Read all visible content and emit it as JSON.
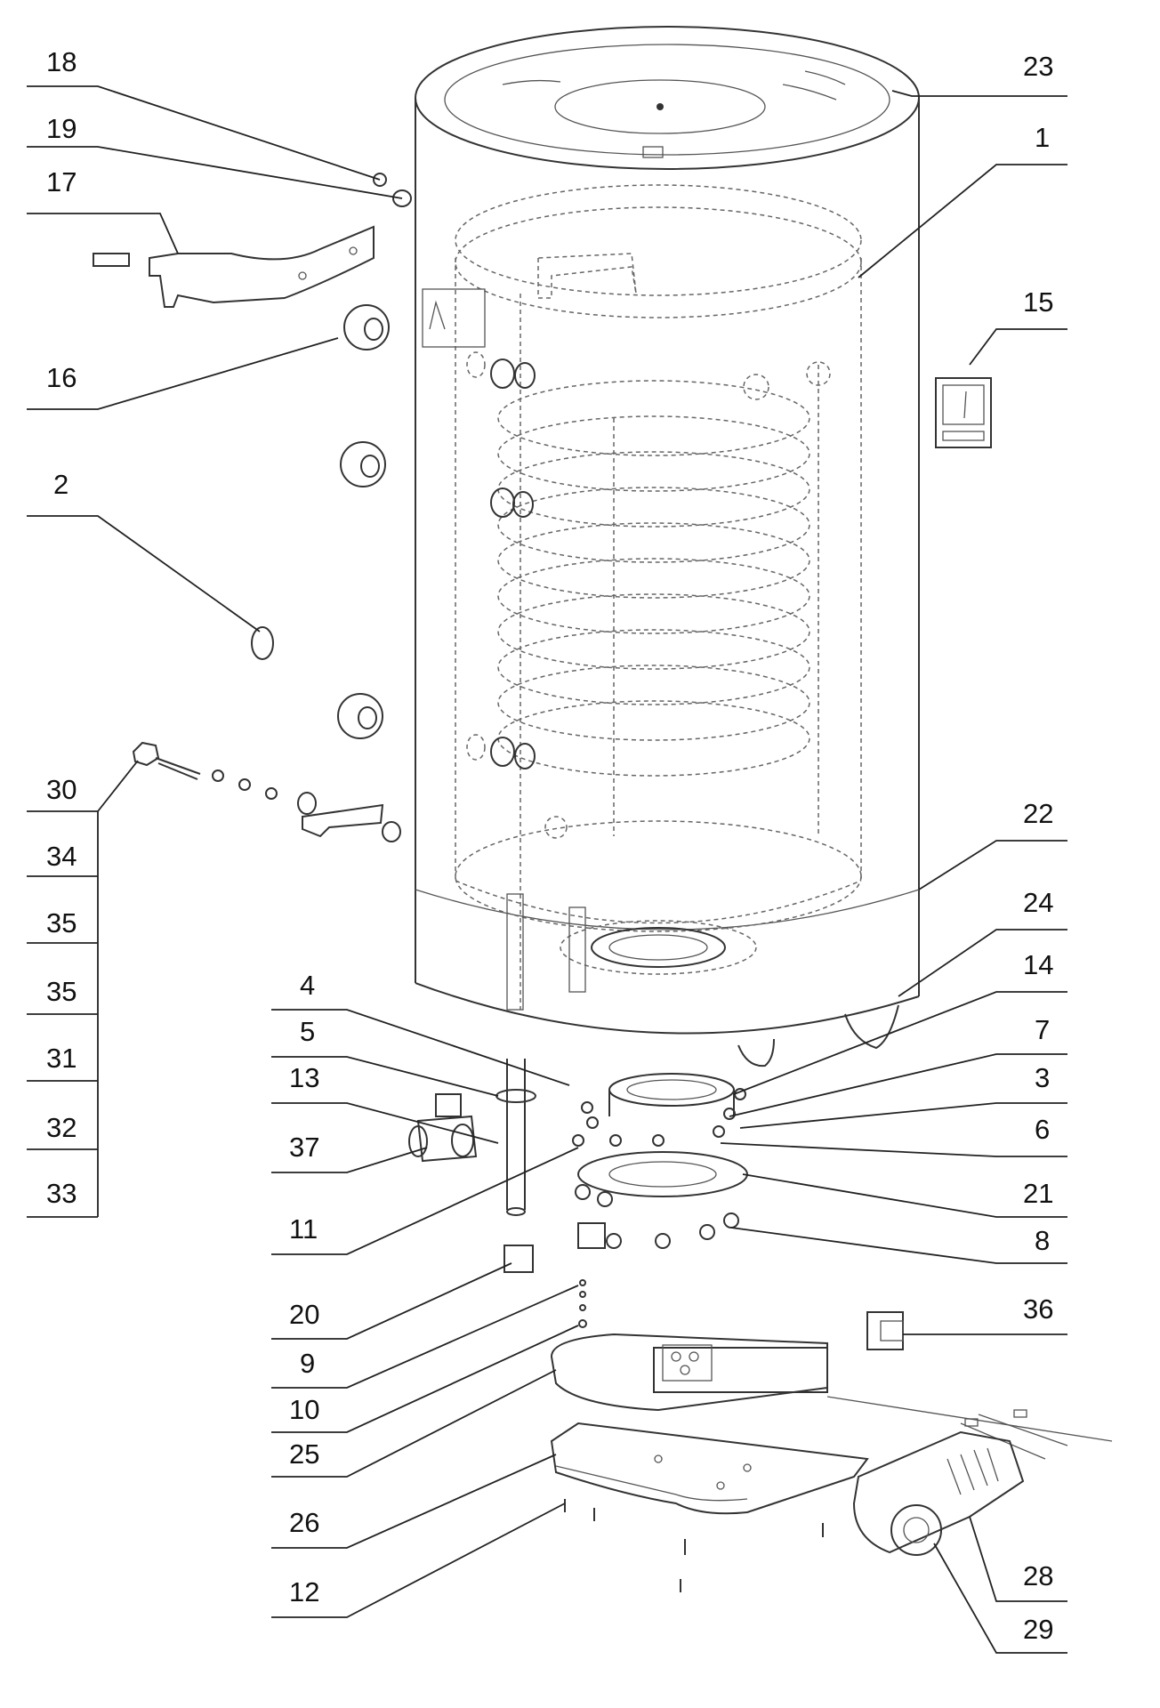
{
  "callouts": [
    {
      "id": "18",
      "label": "18"
    },
    {
      "id": "19",
      "label": "19"
    },
    {
      "id": "17",
      "label": "17"
    },
    {
      "id": "16",
      "label": "16"
    },
    {
      "id": "2",
      "label": "2"
    },
    {
      "id": "30",
      "label": "30"
    },
    {
      "id": "34",
      "label": "34"
    },
    {
      "id": "35a",
      "label": "35"
    },
    {
      "id": "35b",
      "label": "35"
    },
    {
      "id": "31",
      "label": "31"
    },
    {
      "id": "32",
      "label": "32"
    },
    {
      "id": "33",
      "label": "33"
    },
    {
      "id": "23",
      "label": "23"
    },
    {
      "id": "1",
      "label": "1"
    },
    {
      "id": "15",
      "label": "15"
    },
    {
      "id": "22",
      "label": "22"
    },
    {
      "id": "24",
      "label": "24"
    },
    {
      "id": "14",
      "label": "14"
    },
    {
      "id": "7",
      "label": "7"
    },
    {
      "id": "3",
      "label": "3"
    },
    {
      "id": "6",
      "label": "6"
    },
    {
      "id": "21",
      "label": "21"
    },
    {
      "id": "8",
      "label": "8"
    },
    {
      "id": "36",
      "label": "36"
    },
    {
      "id": "28",
      "label": "28"
    },
    {
      "id": "29",
      "label": "29"
    },
    {
      "id": "4",
      "label": "4"
    },
    {
      "id": "5",
      "label": "5"
    },
    {
      "id": "13",
      "label": "13"
    },
    {
      "id": "37",
      "label": "37"
    },
    {
      "id": "11",
      "label": "11"
    },
    {
      "id": "20",
      "label": "20"
    },
    {
      "id": "9",
      "label": "9"
    },
    {
      "id": "10",
      "label": "10"
    },
    {
      "id": "25",
      "label": "25"
    },
    {
      "id": "26",
      "label": "26"
    },
    {
      "id": "12",
      "label": "12"
    }
  ]
}
